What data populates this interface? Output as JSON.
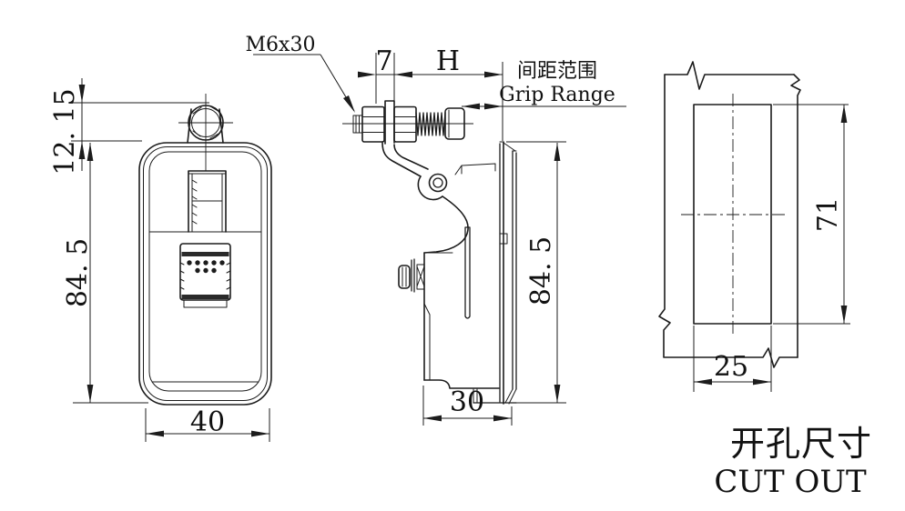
{
  "drawing": {
    "line_color": "#1c1c1c",
    "background": "#ffffff",
    "views": {
      "front": {
        "dim_pin_height": "12. 15",
        "dim_height": "84. 5",
        "dim_width": "40"
      },
      "side": {
        "bolt_label": "M6x30",
        "dim_plate": "7",
        "dim_grip_letter": "H",
        "grip_label_cn": "间距范围",
        "grip_label_en": "Grip Range",
        "dim_height": "84. 5",
        "dim_depth": "30"
      },
      "cutout": {
        "dim_height": "71",
        "dim_width": "25",
        "caption_cn": "开孔尺寸",
        "caption_en": "CUT OUT"
      }
    }
  }
}
